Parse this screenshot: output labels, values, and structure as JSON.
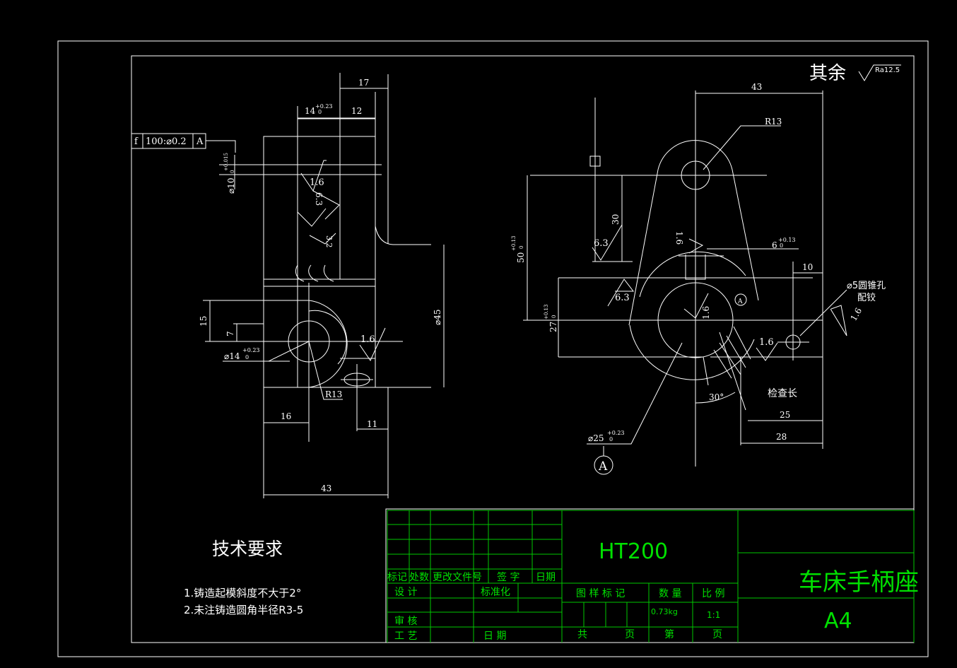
{
  "surface_note": {
    "label": "其余",
    "roughness": "Ra12.5"
  },
  "tolerance_frame": {
    "symbol": "f",
    "value": "100:⌀0.2",
    "datum": "A"
  },
  "left_view": {
    "dims": {
      "d17": "17",
      "d14": "14",
      "d14_tol_up": "+0.23",
      "d14_tol_lo": "0",
      "d12": "12",
      "d10": "⌀10",
      "d10_tol_up": "+0.015",
      "d10_tol_lo": "0",
      "ra16a": "1.6",
      "ra63": "6.3",
      "ra32": "3.2",
      "d15": "15",
      "d7": "7",
      "d14b": "⌀14",
      "d14b_tol_up": "+0.23",
      "d14b_tol_lo": "0",
      "ra16b": "1.6",
      "d45": "⌀45",
      "r13": "R13",
      "d16": "16",
      "d11": "11",
      "d43": "43"
    }
  },
  "right_view": {
    "dims": {
      "d43": "43",
      "r13": "R13",
      "d30": "30",
      "d50": "50",
      "d50_tol_up": "+0.13",
      "d50_tol_lo": "0",
      "ra63a": "6.3",
      "ra16a": "1.6",
      "d6": "6",
      "d6_tol_up": "+0.13",
      "d6_tol_lo": "0",
      "d10": "10",
      "hole_note1": "⌀5圆锥孔",
      "hole_note2": "配铰",
      "ra16c": "1.6",
      "d27": "27",
      "d27_tol_up": "+0.13",
      "d27_tol_lo": "0",
      "ra63b": "6.3",
      "ra16b": "1.6",
      "datum_a": "A",
      "ra16d": "1.6",
      "angle": "30°",
      "check": "检查长",
      "d25": "25",
      "d28": "28",
      "d25b": "⌀25",
      "d25b_tol_up": "+0.23",
      "d25b_tol_lo": "0",
      "datum_bottom": "A"
    }
  },
  "tech_requirements": {
    "title": "技术要求",
    "items": [
      "1.铸造起模斜度不大于2°",
      "2.未注铸造圆角半径R3-5"
    ]
  },
  "title_block": {
    "material": "HT200",
    "part_name": "车床手柄座",
    "sheet_size": "A4",
    "rev_headers": [
      "标记",
      "处数",
      "更改文件号",
      "签 字",
      "日期"
    ],
    "design": "设 计",
    "standard": "标准化",
    "review": "审 核",
    "process": "工 艺",
    "date": "日 期",
    "mark_label": "图 样 标 记",
    "qty_label": "数 量",
    "scale_label": "比 例",
    "weight": "0.73kg",
    "scale": "1:1",
    "total": "共",
    "page1": "页",
    "sheet_no": "第",
    "page2": "页"
  }
}
